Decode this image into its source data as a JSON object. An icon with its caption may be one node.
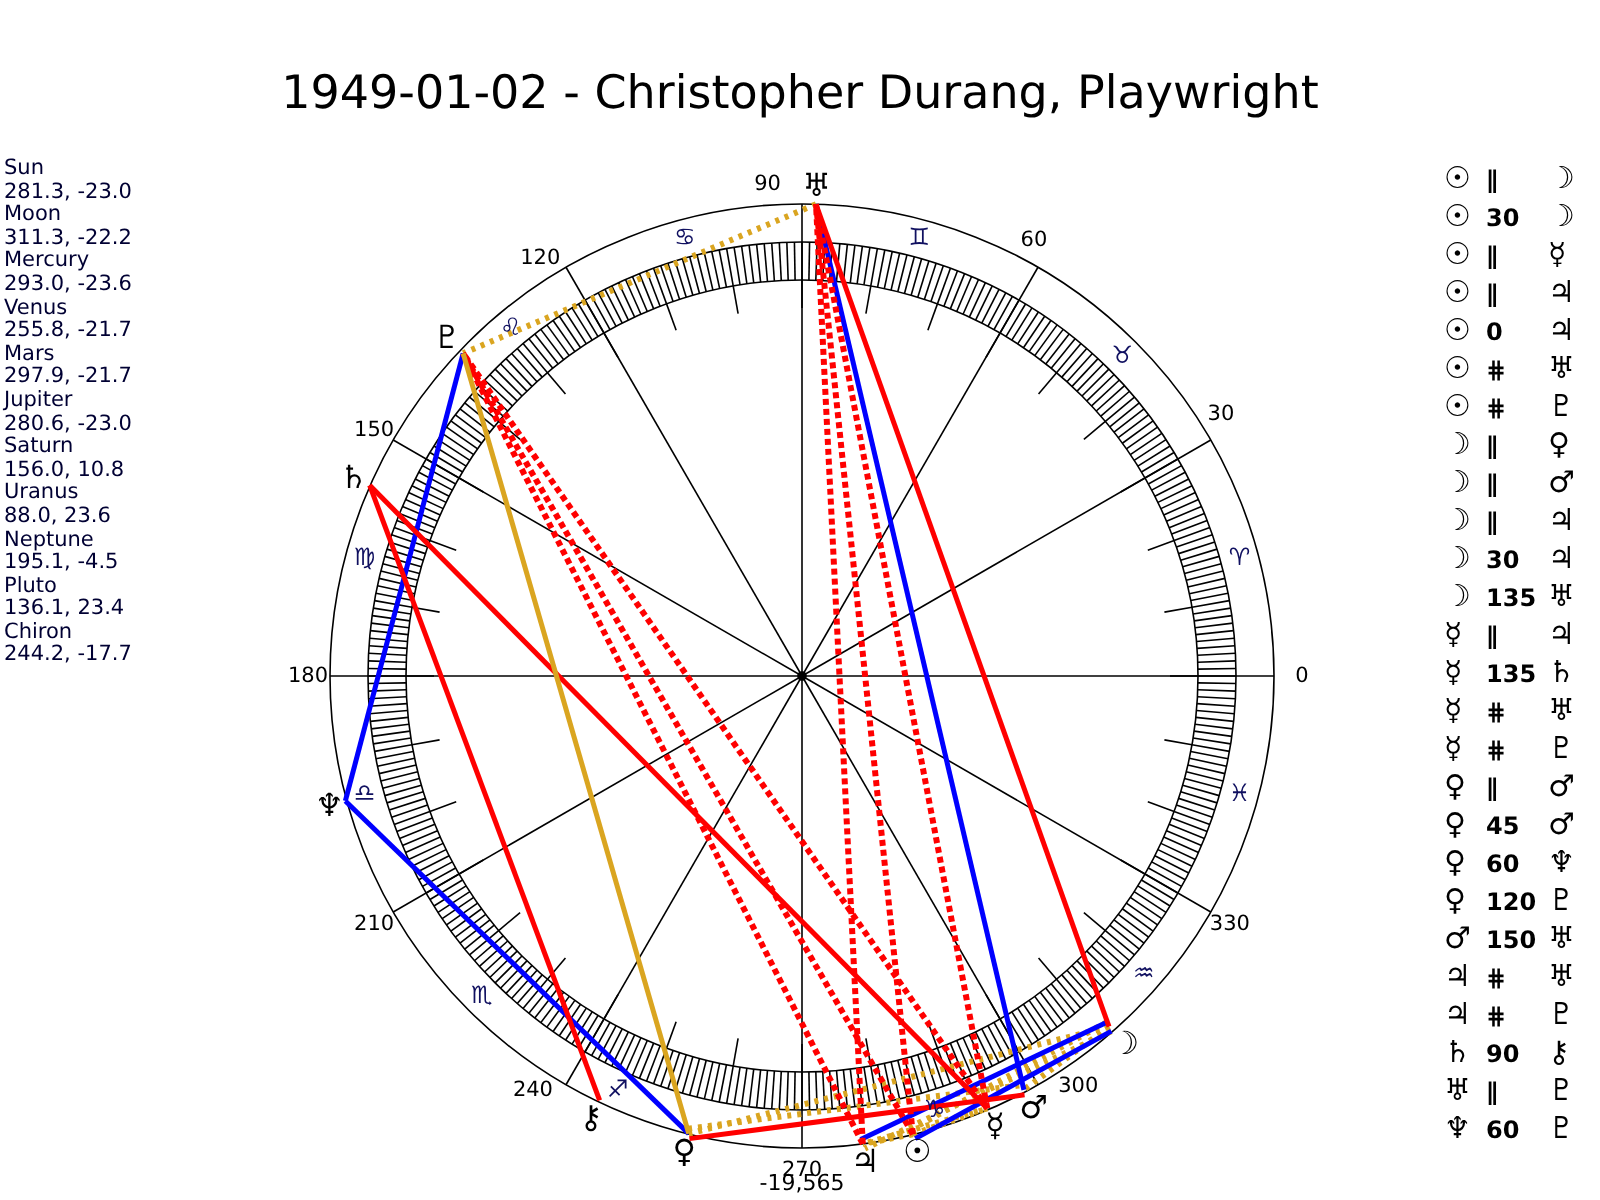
{
  "diagram": {
    "title": "1949-01-02 - Christopher Durang, Playwright",
    "nodes": [
      {
        "text": [
          "☉"
        ]
      },
      {
        "text": [
          "☽"
        ]
      },
      {
        "text": [
          "☿"
        ]
      },
      {
        "text": [
          "♀"
        ]
      },
      {
        "text": [
          "♂"
        ]
      },
      {
        "text": [
          "♃"
        ]
      },
      {
        "text": [
          "♄"
        ]
      },
      {
        "text": [
          "♅"
        ]
      },
      {
        "text": [
          "♆"
        ]
      },
      {
        "text": [
          "♇"
        ]
      },
      {
        "text": [
          "⚷"
        ]
      }
    ],
    "edges": [
      {
        "from": 0,
        "to": 1,
        "arrow": "none",
        "style": "dashed",
        "color": "#daa520"
      },
      {
        "from": 0,
        "to": 2,
        "arrow": "none",
        "style": "dashed",
        "color": "#daa520"
      },
      {
        "from": 0,
        "to": 5,
        "arrow": "none",
        "style": "dashed",
        "color": "#daa520"
      },
      {
        "from": 1,
        "to": 3,
        "arrow": "none",
        "style": "dashed",
        "color": "#daa520"
      },
      {
        "from": 1,
        "to": 4,
        "arrow": "none",
        "style": "dashed",
        "color": "#daa520"
      },
      {
        "from": 1,
        "to": 5,
        "arrow": "none",
        "style": "dashed",
        "color": "#daa520"
      },
      {
        "from": 2,
        "to": 5,
        "arrow": "none",
        "style": "dashed",
        "color": "#daa520"
      },
      {
        "from": 3,
        "to": 4,
        "arrow": "none",
        "style": "dashed",
        "color": "#daa520"
      },
      {
        "from": 7,
        "to": 9,
        "arrow": "none",
        "style": "dashed",
        "color": "#daa520"
      },
      {
        "from": 0,
        "to": 1,
        "arrow": "none",
        "color": "#0000ff"
      },
      {
        "from": 1,
        "to": 5,
        "arrow": "none",
        "color": "#0000ff"
      },
      {
        "from": 4,
        "to": 7,
        "arrow": "none",
        "color": "#0000ff"
      },
      {
        "from": 3,
        "to": 8,
        "arrow": "none",
        "color": "#0000ff"
      },
      {
        "from": 8,
        "to": 9,
        "arrow": "none",
        "color": "#0000ff"
      },
      {
        "from": 1,
        "to": 7,
        "arrow": "none",
        "color": "#ff0000"
      },
      {
        "from": 2,
        "to": 6,
        "arrow": "none",
        "color": "#ff0000"
      },
      {
        "from": 3,
        "to": 4,
        "arrow": "none",
        "color": "#ff0000"
      },
      {
        "from": 6,
        "to": 10,
        "arrow": "none",
        "color": "#ff0000"
      },
      {
        "from": 0,
        "to": 7,
        "arrow": "none",
        "style": "dashed",
        "color": "#ff0000"
      },
      {
        "from": 0,
        "to": 9,
        "arrow": "none",
        "style": "dashed",
        "color": "#ff0000"
      },
      {
        "from": 2,
        "to": 7,
        "arrow": "none",
        "style": "dashed",
        "color": "#ff0000"
      },
      {
        "from": 2,
        "to": 9,
        "arrow": "none",
        "style": "dashed",
        "color": "#ff0000"
      },
      {
        "from": 5,
        "to": 7,
        "arrow": "none",
        "style": "dashed",
        "color": "#ff0000"
      },
      {
        "from": 5,
        "to": 9,
        "arrow": "none",
        "style": "dashed",
        "color": "#ff0000"
      },
      {
        "from": 3,
        "to": 9,
        "arrow": "none",
        "color": "#daa520"
      }
    ],
    "labels": [
      "Sun",
      "281.3, -23.0",
      "Moon",
      "311.3, -22.2",
      "Mercury",
      "293.0, -23.6",
      "Venus",
      "255.8, -21.7",
      "Mars",
      "297.9, -21.7",
      "Jupiter",
      "280.6, -23.0",
      "Saturn",
      "156.0, 10.8",
      "Uranus",
      "88.0, 23.6",
      "Neptune",
      "195.1, -4.5",
      "Pluto",
      "136.1, 23.4",
      "Chiron",
      "244.2, -17.7",
      "90",
      "120",
      "60",
      "150",
      "30",
      "180",
      "0",
      "210",
      "330",
      "240",
      "300",
      "270",
      "-19,565",
      "♋",
      "♊",
      "♌",
      "♉",
      "♍",
      "♈",
      "♎",
      "♓",
      "♏",
      "♒",
      "♐",
      "♑",
      "☉",
      "∥",
      "☽",
      "☉",
      "30",
      "☽",
      "☉",
      "∥",
      "☿",
      "☉",
      "∥",
      "♃",
      "☉",
      "0",
      "♃",
      "☉",
      "⋕",
      "♅",
      "☉",
      "⋕",
      "♇",
      "☽",
      "∥",
      "♀",
      "☽",
      "∥",
      "♂",
      "☽",
      "∥",
      "♃",
      "☽",
      "30",
      "♃",
      "☽",
      "135",
      "♅",
      "☿",
      "∥",
      "♃",
      "☿",
      "135",
      "♄",
      "☿",
      "⋕",
      "♅",
      "☿",
      "⋕",
      "♇",
      "♀",
      "∥",
      "♂",
      "♀",
      "45",
      "♂",
      "♀",
      "60",
      "♆",
      "♀",
      "120",
      "♇",
      "♂",
      "150",
      "♅",
      "♃",
      "⋕",
      "♅",
      "♃",
      "⋕",
      "♇",
      "♄",
      "90",
      "⚷",
      "♅",
      "∥",
      "♇",
      "♆",
      "60",
      "♇"
    ]
  }
}
